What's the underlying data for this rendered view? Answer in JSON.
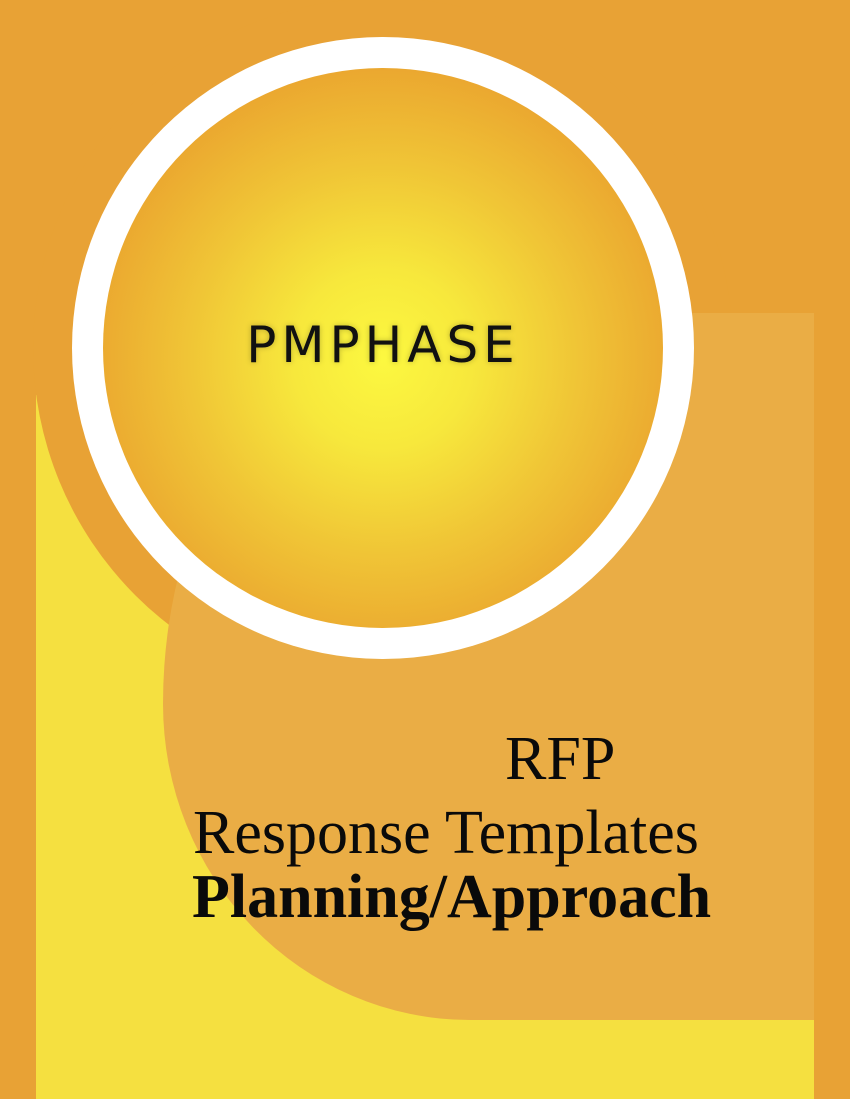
{
  "logo": {
    "text": "PMPHASE"
  },
  "title": {
    "line1": "RFP",
    "line2": "Response Templates",
    "line3": "Planning/Approach"
  },
  "colors": {
    "background": "#E8A235",
    "yellow": "#F5E040",
    "panel": "#EAAD45",
    "ring": "#FFFFFF"
  }
}
